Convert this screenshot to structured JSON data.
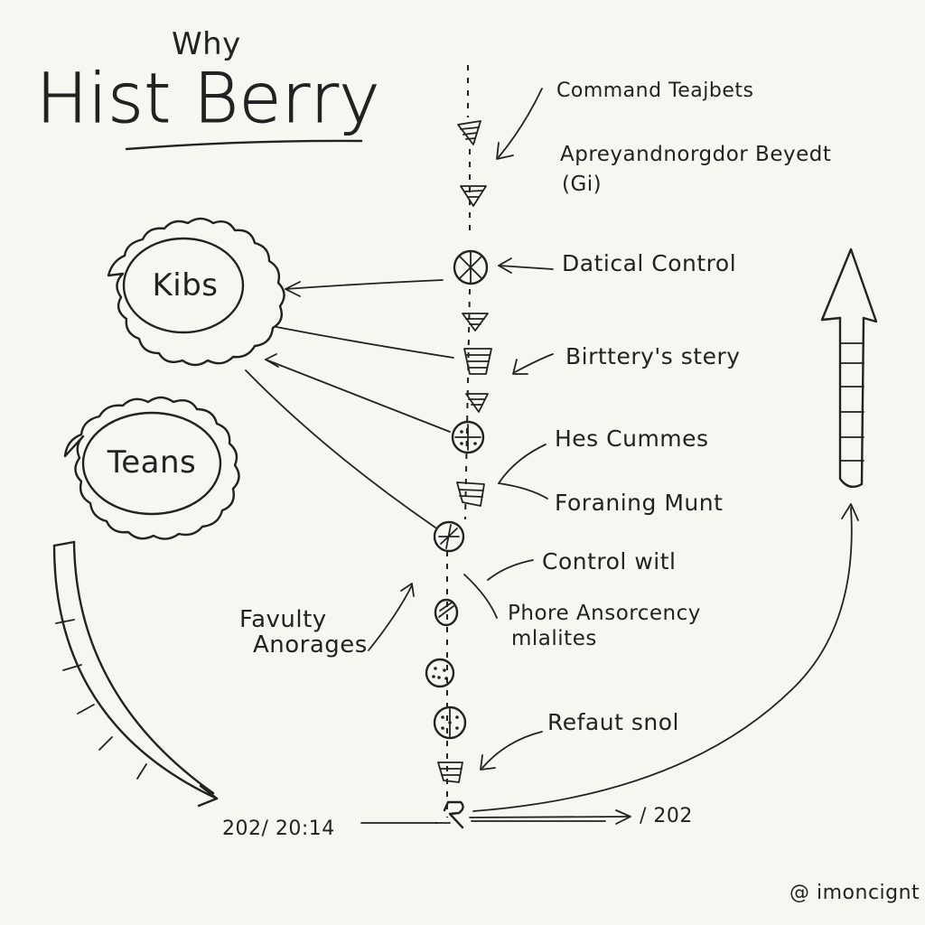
{
  "title": {
    "small": "Why",
    "main": "Hist Berry"
  },
  "clouds": [
    {
      "label": "Kibs"
    },
    {
      "label": "Teans"
    }
  ],
  "timeline_labels": [
    "Command Teajbets",
    "Apreyandnorgdor Beyedt",
    "(Gi)",
    "Datical Control",
    "Birttery's stery",
    "Hes Cummes",
    "Foraning Munt",
    "Control witl",
    "Phore Ansorcency",
    "mlalites",
    "Refaut snol"
  ],
  "side_label": {
    "line1": "Favulty",
    "line2": "Anorages"
  },
  "dates": {
    "left": "202/ 20:14",
    "marker": "R",
    "right": "/ 202"
  },
  "credit": "@ imoncignt"
}
